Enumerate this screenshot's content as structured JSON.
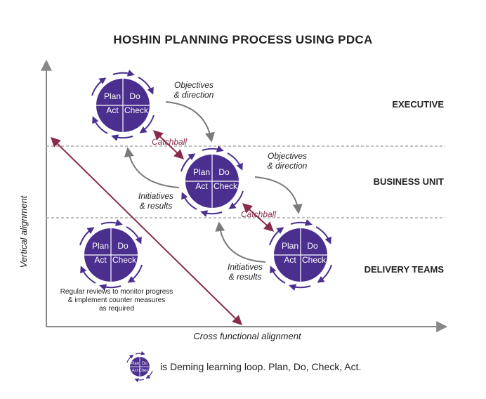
{
  "title": "HOSHIN PLANNING PROCESS USING PDCA",
  "tiers": {
    "executive": "EXECUTIVE",
    "business_unit": "BUSINESS UNIT",
    "delivery_teams": "DELIVERY TEAMS"
  },
  "axes": {
    "vertical": "Vertical alignment",
    "horizontal": "Cross functional alignment"
  },
  "pdca": {
    "plan": "Plan",
    "do": "Do",
    "act": "Act",
    "check": "Check"
  },
  "arrows": {
    "objectives_1a": "Objectives",
    "objectives_1b": "& direction",
    "objectives_2a": "Objectives",
    "objectives_2b": "& direction",
    "initiatives_1a": "Initiatives",
    "initiatives_1b": "& results",
    "initiatives_2a": "Initiatives",
    "initiatives_2b": "& results",
    "catchball_1": "Catchball",
    "catchball_2": "Catchball"
  },
  "review_note": {
    "line1": "Regular reviews to monitor progress",
    "line2": "& implement counter measures",
    "line3": "as required"
  },
  "legend": {
    "text": "is Deming learning loop. Plan, Do, Check, Act."
  },
  "colors": {
    "purple": "#4a2f8f",
    "maroon": "#8a2a4d",
    "gray_arrow": "#7a7a7a",
    "axis": "#888888"
  }
}
